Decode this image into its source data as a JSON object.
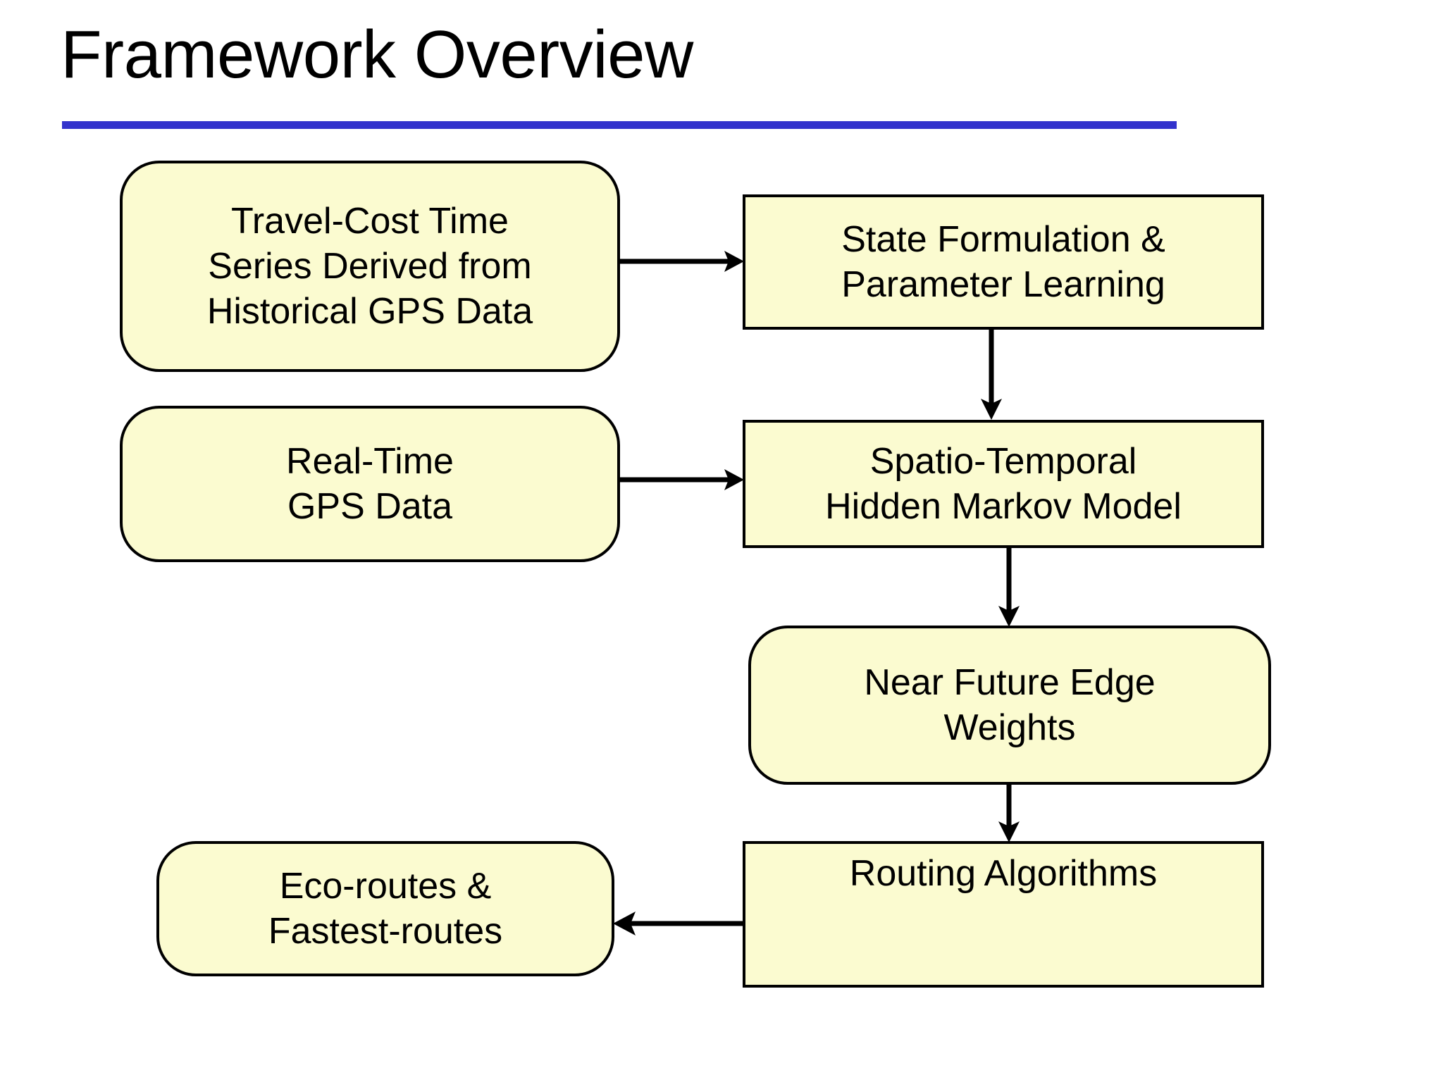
{
  "slide": {
    "title": "Framework Overview",
    "accent_color": "#3333cc",
    "node_fill": "#fbfbd0",
    "node_stroke": "#000000",
    "background": "#ffffff"
  },
  "diagram": {
    "type": "flowchart",
    "nodes": [
      {
        "id": "travel-cost-time-series",
        "label": "Travel-Cost Time\nSeries Derived from\nHistorical GPS Data",
        "shape": "rounded-rectangle"
      },
      {
        "id": "state-formulation",
        "label": "State Formulation &\nParameter Learning",
        "shape": "rectangle"
      },
      {
        "id": "real-time-gps-data",
        "label": "Real-Time\nGPS Data",
        "shape": "rounded-rectangle"
      },
      {
        "id": "spatio-temporal-hmm",
        "label": "Spatio-Temporal\nHidden Markov Model",
        "shape": "rectangle"
      },
      {
        "id": "near-future-edge-weights",
        "label": "Near Future Edge\nWeights",
        "shape": "rounded-rectangle"
      },
      {
        "id": "routing-algorithms",
        "label": "Routing Algorithms",
        "shape": "rectangle"
      },
      {
        "id": "eco-fastest-routes",
        "label": "Eco-routes &\nFastest-routes",
        "shape": "rounded-rectangle"
      }
    ],
    "edges": [
      {
        "from": "travel-cost-time-series",
        "to": "state-formulation",
        "direction": "right"
      },
      {
        "from": "state-formulation",
        "to": "spatio-temporal-hmm",
        "direction": "down"
      },
      {
        "from": "real-time-gps-data",
        "to": "spatio-temporal-hmm",
        "direction": "right"
      },
      {
        "from": "spatio-temporal-hmm",
        "to": "near-future-edge-weights",
        "direction": "down"
      },
      {
        "from": "near-future-edge-weights",
        "to": "routing-algorithms",
        "direction": "down"
      },
      {
        "from": "routing-algorithms",
        "to": "eco-fastest-routes",
        "direction": "left"
      }
    ]
  }
}
